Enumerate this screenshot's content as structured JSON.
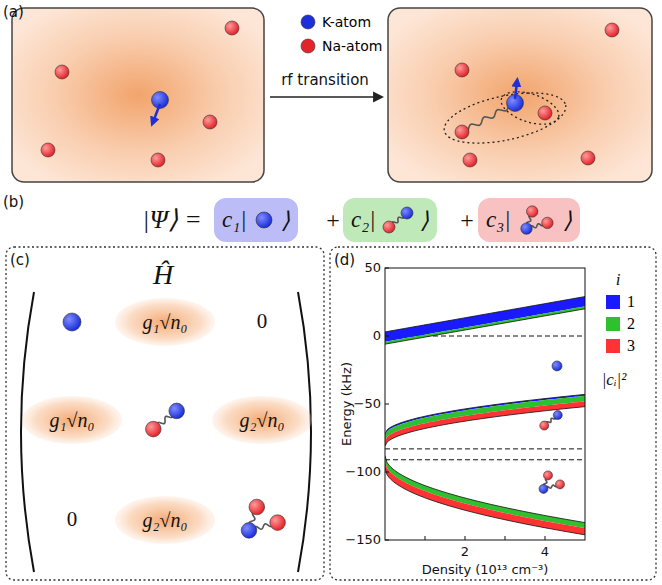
{
  "diagram": {
    "nodes": [
      {
        "text": [
          "c₁|",
          "⟩"
        ]
      },
      {
        "text": [
          "c₂|",
          "⟩"
        ]
      },
      {
        "text": [
          "c₃|",
          "⟩"
        ]
      }
    ],
    "labels": [
      "(a)",
      "rf transition",
      "(b)",
      "|Ψ⟩ =",
      "+",
      "+",
      "(c)",
      "Ĥ",
      "g₁√n₀",
      "0",
      "g₁√n₀",
      "g₂√n₀",
      "0",
      "g₂√n₀",
      "(d)",
      "50",
      "0",
      "−50",
      "−100",
      "−150",
      "2",
      "4",
      "Energy (kHz)",
      "Density (10¹³ cm⁻³)",
      "i",
      "|cᵢ|²"
    ],
    "legend": [
      {
        "text": "K-atom",
        "color": "#1c2fd8"
      },
      {
        "text": "Na-atom",
        "color": "#e3242b"
      },
      {
        "text": "1",
        "color": "#1a1aff"
      },
      {
        "text": "2",
        "color": "#2fc02f"
      },
      {
        "text": "3",
        "color": "#ff3333"
      }
    ]
  }
}
